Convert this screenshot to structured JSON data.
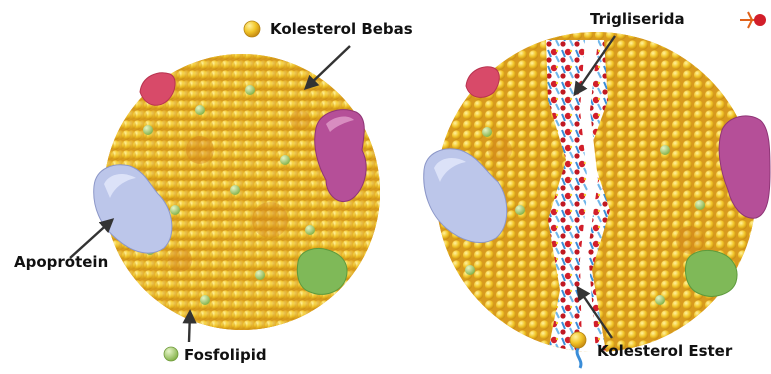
{
  "diagram": {
    "labels": {
      "kolesterol_bebas": "Kolesterol Bebas",
      "trigliserida": "Trigliserida",
      "apoprotein": "Apoprotein",
      "fosfolipid": "Fosfolipid",
      "kolesterol_ester": "Kolesterol Ester"
    },
    "colors": {
      "background": "#ffffff",
      "particle_base": "#e7b62a",
      "bead": "#f4cf30",
      "bead_shadow": "#c98d12",
      "phospholipid": "#a9cf72",
      "apoprotein_blue": "#bcc6ea",
      "apoprotein_magenta": "#b54f98",
      "apoprotein_green": "#7fb958",
      "apoprotein_red": "#d84a69",
      "triglyceride_red": "#d21e2a",
      "ester_blue": "#3a8dd8",
      "arrow": "#333333"
    },
    "icons": {
      "free_cholesterol": "yellow-sphere-icon",
      "phospholipid": "green-sphere-icon",
      "triglyceride": "red-molecule-icon",
      "cholesterol_ester": "yellow-sphere-tail-icon"
    }
  }
}
